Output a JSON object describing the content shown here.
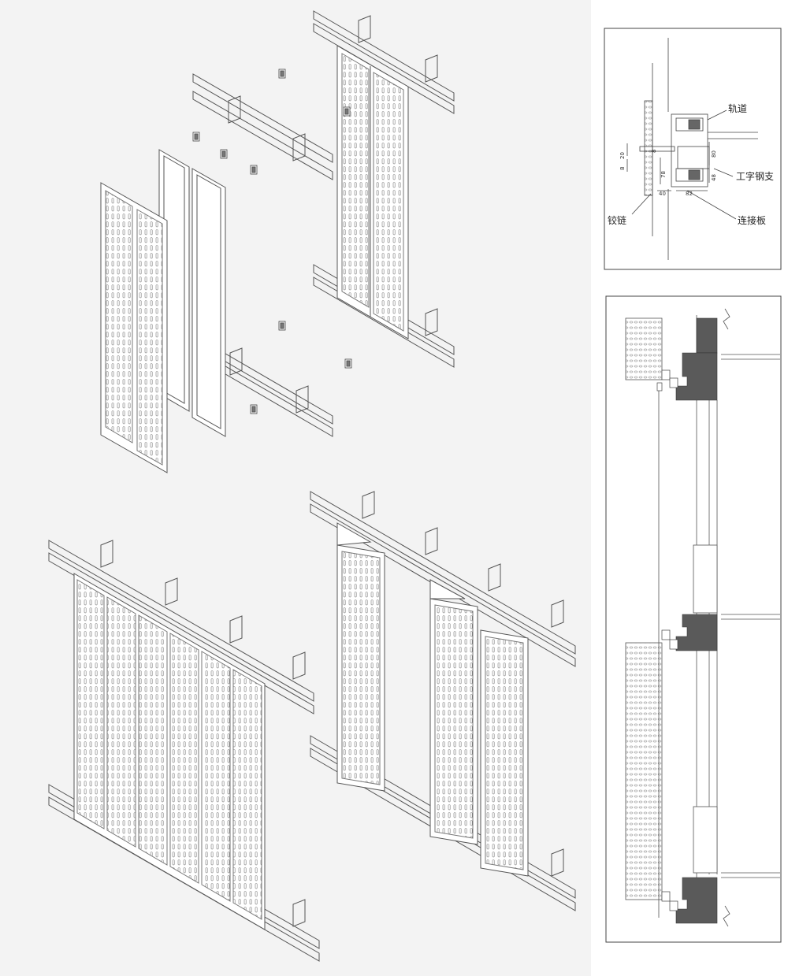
{
  "detail": {
    "labels": {
      "track": "轨道",
      "i_beam": "工字钢支",
      "hinge": "铰链",
      "connector": "连接板"
    },
    "dims": {
      "d1": "20",
      "d2": "8",
      "d3": "8",
      "d4": "78",
      "d5": "80",
      "d6": "48",
      "d7": "40",
      "d8": "82"
    }
  },
  "colors": {
    "line": "#555555",
    "section_fill": "#5a5a5a",
    "paper": "#ffffff",
    "background": "#f3f3f3"
  },
  "icons": [
    "perforated-panel",
    "track-rail",
    "panel-frame",
    "hinge-bracket"
  ]
}
